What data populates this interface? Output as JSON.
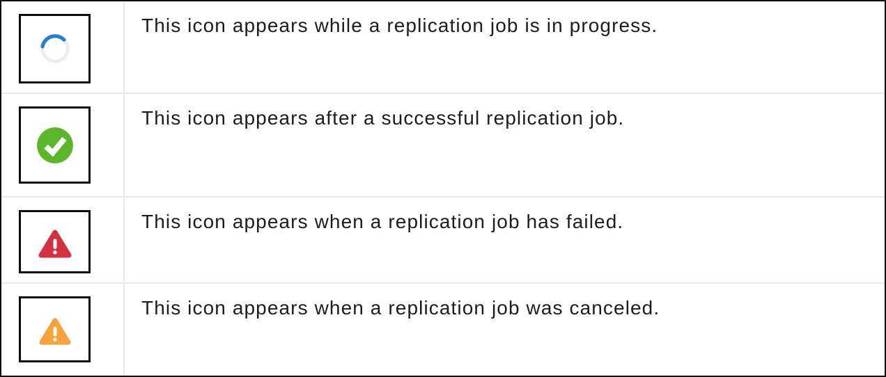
{
  "legend_table": {
    "rows": [
      {
        "icon": "in-progress-spinner-icon",
        "status": "in-progress",
        "description": "This icon appears while a replication job is in progress."
      },
      {
        "icon": "success-check-icon",
        "status": "successful",
        "description": "This icon appears after a successful replication job."
      },
      {
        "icon": "failed-warning-icon",
        "status": "failed",
        "description": "This icon appears when a replication job has failed."
      },
      {
        "icon": "canceled-warning-icon",
        "status": "canceled",
        "description": "This icon appears when a replication job was canceled."
      }
    ],
    "colors": {
      "spinner_blue": "#2b7bd4",
      "spinner_track": "#ececec",
      "success_green": "#5cb52b",
      "failed_red": "#d2323f",
      "canceled_orange": "#f9a13d",
      "icon_mark_white": "#ffffff",
      "outer_border": "#0c0c0c",
      "divider_gray": "#e9e9e9",
      "text": "#1d1d1d"
    }
  }
}
